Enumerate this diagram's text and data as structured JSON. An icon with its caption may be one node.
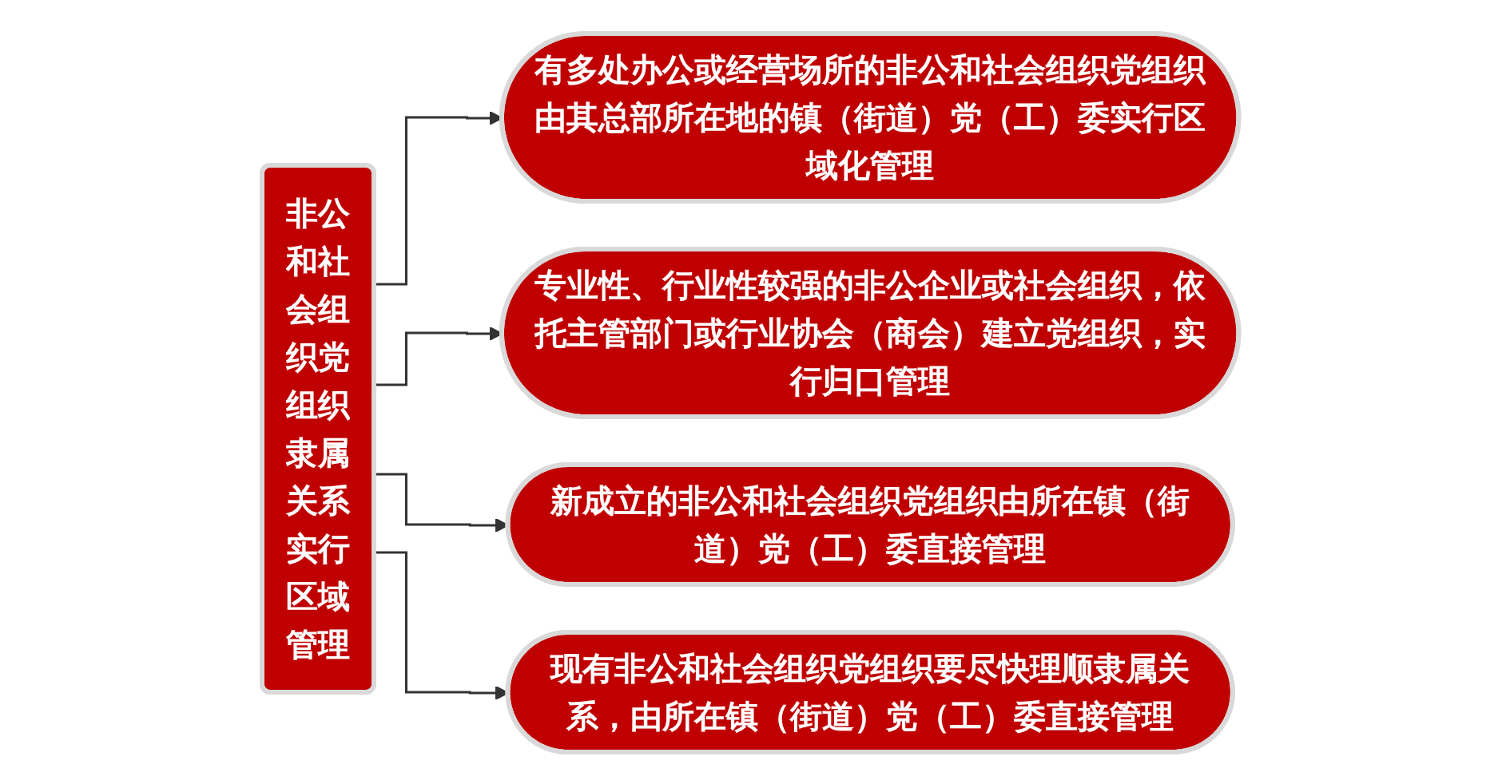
{
  "diagram": {
    "nodes": [
      {
        "text": [
          "非公和社会组织党组织隶属关系实行区域管理"
        ]
      },
      {
        "text": [
          "有多处办公或经营场所的非公和社会组织党组织由其总部所在地的镇（街道）党（工）委实行区域化管理"
        ]
      },
      {
        "text": [
          "专业性、行业性较强的非公企业或社会组织，依托主管部门或行业协会（商会）建立党组织，实行归口管理"
        ]
      },
      {
        "text": [
          "新成立的非公和社会组织党组织由所在镇（街道）党（工）委直接管理"
        ]
      },
      {
        "text": [
          "现有非公和社会组织党组织要尽快理顺隶属关系，由所在镇（街道）党（工）委直接管理"
        ]
      }
    ],
    "edges": [
      {
        "from": 0,
        "to": 1,
        "arrow": "to"
      },
      {
        "from": 0,
        "to": 2,
        "arrow": "to"
      },
      {
        "from": 0,
        "to": 3,
        "arrow": "to"
      },
      {
        "from": 0,
        "to": 4,
        "arrow": "to"
      }
    ]
  }
}
